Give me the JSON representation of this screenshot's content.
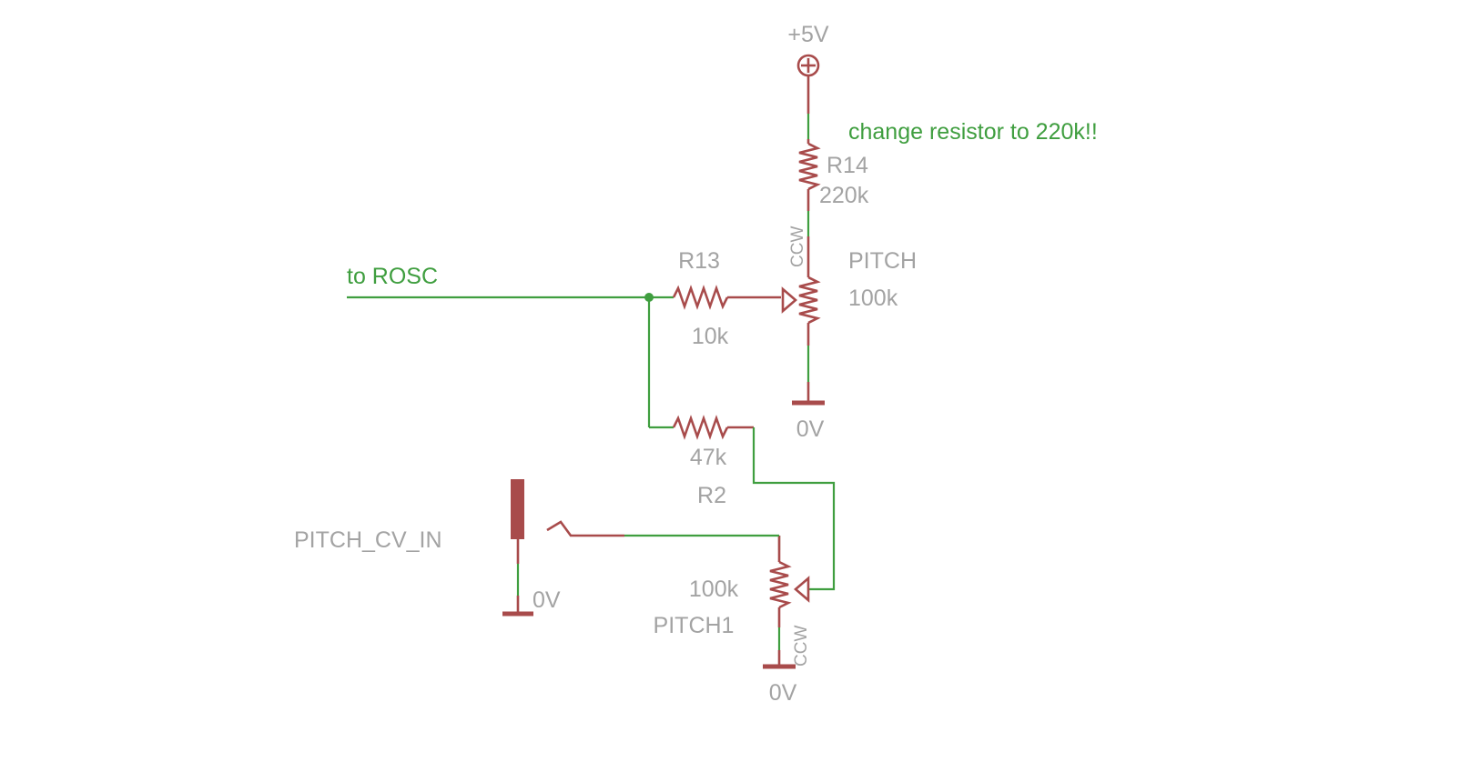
{
  "colors": {
    "wire": "#3f9e3f",
    "component": "#a84b4b",
    "label": "#a3a3a3",
    "note": "#3f9e3f"
  },
  "supply": {
    "label": "+5V",
    "icon": "supply-plus-icon"
  },
  "note": "change resistor to 220k!!",
  "net_label": "to ROSC",
  "components": {
    "r14": {
      "name": "R14",
      "value": "220k"
    },
    "r13": {
      "name": "R13",
      "value": "10k"
    },
    "r2": {
      "name": "R2",
      "value": "47k"
    },
    "pitch": {
      "name": "PITCH",
      "value": "100k",
      "ccw": "CCW"
    },
    "pitch1": {
      "name": "PITCH1",
      "value": "100k",
      "ccw": "CCW"
    },
    "jack": {
      "name": "PITCH_CV_IN",
      "ground_label": "0V"
    }
  },
  "grounds": {
    "pitch": "0V",
    "pitch1": "0V"
  }
}
